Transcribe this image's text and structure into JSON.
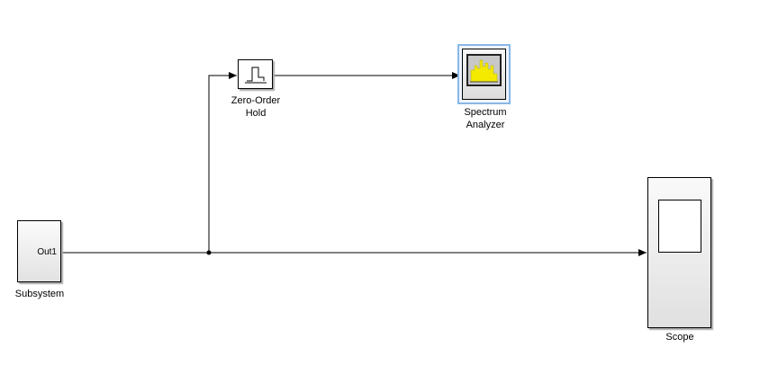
{
  "diagram": {
    "blocks": {
      "subsystem": {
        "label": "Subsystem",
        "port_out": "Out1",
        "icon": "subsystem-icon"
      },
      "zero_order_hold": {
        "label": "Zero-Order\nHold",
        "icon": "staircase-step-icon"
      },
      "spectrum_analyzer": {
        "label": "Spectrum\nAnalyzer",
        "icon": "spectrum-bars-icon",
        "selected": true
      },
      "scope": {
        "label": "Scope",
        "icon": "scope-screen-icon"
      }
    },
    "signals": [
      {
        "from": "Subsystem",
        "to": "Scope"
      },
      {
        "from": "Subsystem",
        "to": "Zero-Order Hold"
      },
      {
        "from": "Zero-Order Hold",
        "to": "Spectrum Analyzer"
      }
    ]
  },
  "colors": {
    "selection": "#8bb7e6",
    "spectrum_bars": "#f4ea00",
    "line": "#000000"
  }
}
